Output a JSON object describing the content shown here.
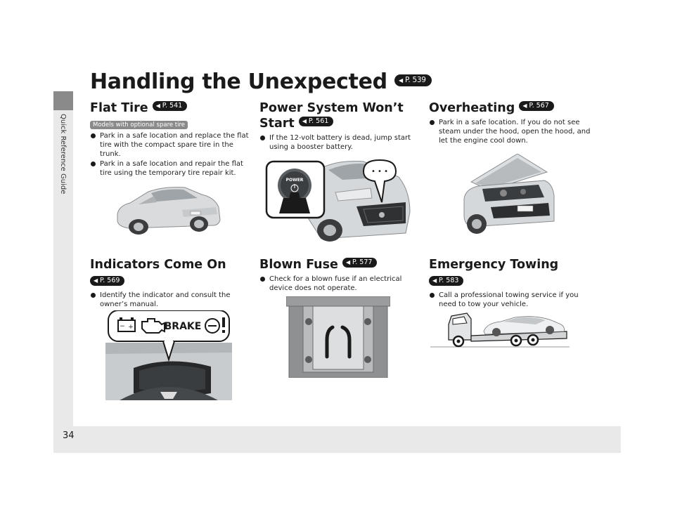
{
  "page": {
    "number": "34",
    "side_label": "Quick Reference Guide",
    "title": "Handling the Unexpected",
    "title_ref": "P. 539"
  },
  "sections": {
    "flat_tire": {
      "title": "Flat Tire",
      "ref": "P. 541",
      "badge": "Models with optional spare tire",
      "bullets": [
        "Park in a safe location and replace the flat tire with the compact spare tire in the trunk.",
        "Park in a safe location and repair the flat tire using the temporary tire repair kit."
      ]
    },
    "power_system": {
      "title_line1": "Power System Won’t",
      "title_line2": "Start",
      "ref": "P. 561",
      "bullets": [
        "If the 12-volt battery is dead, jump start using a booster battery."
      ],
      "button_label": "POWER",
      "bubble_text": "• • •"
    },
    "overheating": {
      "title": "Overheating",
      "ref": "P. 567",
      "bullets": [
        "Park in a safe location. If you do not see steam under the hood, open the hood, and let the engine cool down."
      ]
    },
    "indicators": {
      "title": "Indicators Come On",
      "ref": "P. 569",
      "bullets": [
        "Identify the indicator and consult the owner’s manual."
      ],
      "brake_label": "BRAKE",
      "battery_minus": "−",
      "battery_plus": "+"
    },
    "blown_fuse": {
      "title": "Blown Fuse",
      "ref": "P. 577",
      "bullets": [
        "Check for a blown fuse if an electrical device does not operate."
      ]
    },
    "towing": {
      "title": "Emergency Towing",
      "ref": "P. 583",
      "bullets": [
        "Call a professional towing service if you need to tow your vehicle."
      ]
    }
  },
  "icons": {
    "page_ref": "page-reference-arrow-icon",
    "bullet": "bullet-dot-icon"
  },
  "colors": {
    "frame_gray": "#e9e9e9",
    "tab_gray": "#8a8a8a",
    "badge_gray": "#8a8a8a",
    "text": "#1a1a1a"
  }
}
